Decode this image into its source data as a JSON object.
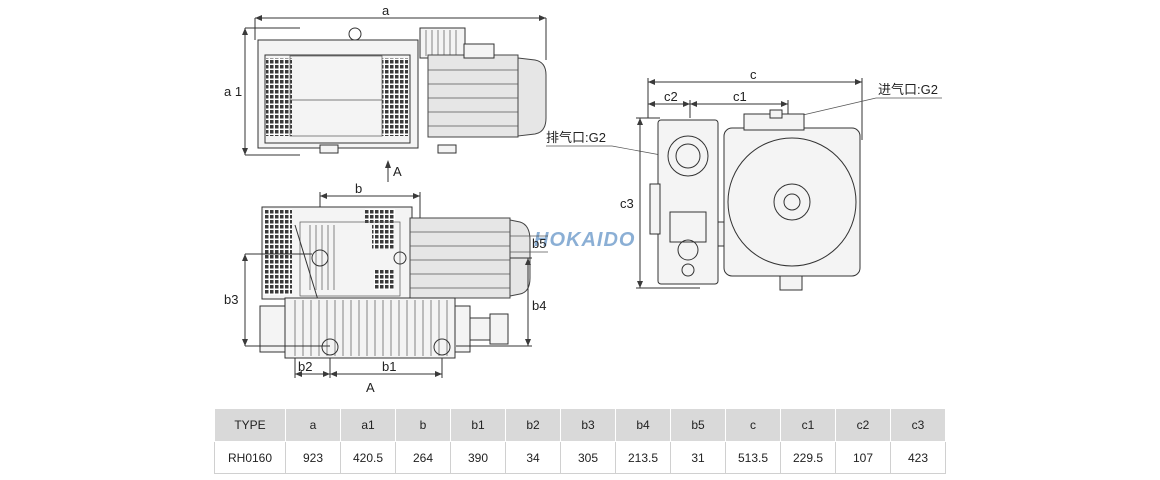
{
  "dimension_labels": {
    "a": "a",
    "a1": "a 1",
    "arrow_A_top": "A",
    "b": "b",
    "b5": "b5",
    "b3": "b3",
    "b4": "b4",
    "b2": "b2",
    "b1": "b1",
    "arrow_A_bottom": "A",
    "c": "c",
    "c1": "c1",
    "c2": "c2",
    "c3": "c3"
  },
  "callouts": {
    "inlet": "进气口:G2",
    "exhaust": "排气口:G2"
  },
  "watermark": "HOKAIDO",
  "table": {
    "headers": [
      "TYPE",
      "a",
      "a1",
      "b",
      "b1",
      "b2",
      "b3",
      "b4",
      "b5",
      "c",
      "c1",
      "c2",
      "c3"
    ],
    "rows": [
      [
        "RH0160",
        "923",
        "420.5",
        "264",
        "390",
        "34",
        "305",
        "213.5",
        "31",
        "513.5",
        "229.5",
        "107",
        "423"
      ]
    ]
  }
}
